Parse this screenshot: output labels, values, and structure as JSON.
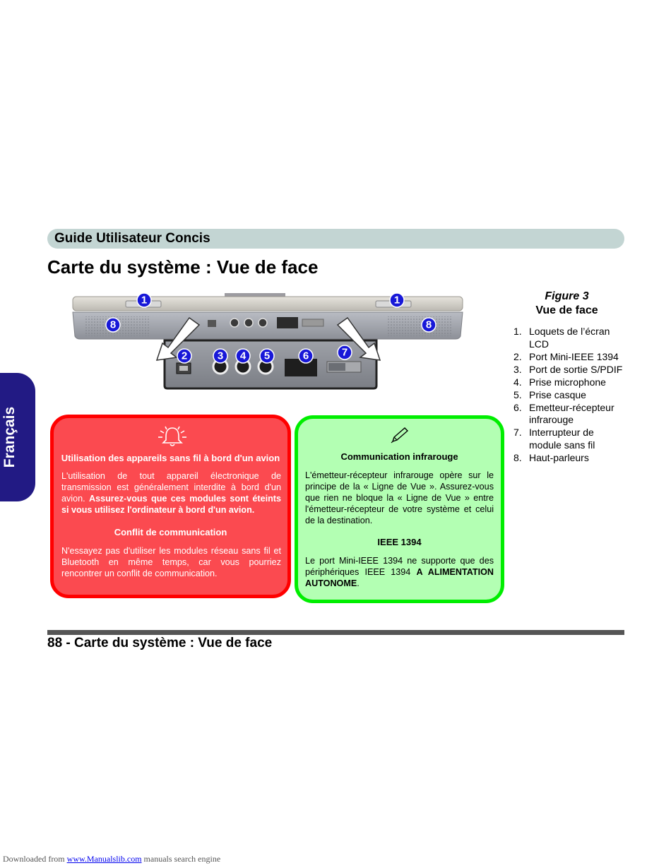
{
  "header": {
    "title": "Guide Utilisateur Concis"
  },
  "page_title": "Carte du système : Vue de face",
  "side_tab": {
    "label": "Français"
  },
  "figure": {
    "label": "Figure 3",
    "subtitle": "Vue de face",
    "callouts": [
      "1",
      "1",
      "8",
      "8",
      "2",
      "3",
      "4",
      "5",
      "6",
      "7"
    ]
  },
  "legend": [
    {
      "num": "1.",
      "text": "Loquets de l’écran LCD"
    },
    {
      "num": "2.",
      "text": "Port Mini-IEEE 1394"
    },
    {
      "num": "3.",
      "text": "Port de sortie S/PDIF"
    },
    {
      "num": "4.",
      "text": "Prise microphone"
    },
    {
      "num": "5.",
      "text": "Prise casque"
    },
    {
      "num": "6.",
      "text": "Emetteur-récepteur infrarouge"
    },
    {
      "num": "7.",
      "text": "Interrupteur de module sans fil"
    },
    {
      "num": "8.",
      "text": "Haut-parleurs"
    }
  ],
  "warning_box": {
    "icon": "bell-alert-icon",
    "heading1": "Utilisation des appareils sans fil à bord d'un avion",
    "para1_plain": "L'utilisation de tout appareil électronique de transmission est généralement interdite à bord d'un avion. ",
    "para1_bold": "Assurez-vous que ces modules sont éteints si vous utilisez l'ordinateur à bord d'un avion.",
    "heading2": "Conflit de communication",
    "para2": "N'essayez pas d'utiliser les modules réseau sans fil et Bluetooth en même temps, car vous pourriez rencontrer un conflit de communication."
  },
  "note_box": {
    "icon": "pen-icon",
    "heading1": "Communication infrarouge",
    "para1": "L'émetteur-récepteur infrarouge opère sur le principe de la « Ligne de Vue ». Assurez-vous que rien ne bloque la « Ligne de Vue » entre l'émetteur-récepteur de votre système et celui de la destination.",
    "heading2": "IEEE 1394",
    "para2_plain": "Le port Mini-IEEE 1394 ne supporte que des périphériques IEEE 1394 ",
    "para2_bold": "A ALIMENTATION AUTONOME",
    "para2_end": "."
  },
  "footer": {
    "text": "88 -  Carte du système : Vue de face"
  },
  "download": {
    "prefix": "Downloaded from ",
    "link": "www.Manualslib.com",
    "suffix": "  manuals search engine"
  },
  "colors": {
    "header_bar": "#c3d5d3",
    "side_tab": "#221a84",
    "warning_fill": "#fb4a50",
    "warning_border": "#ff0000",
    "note_fill": "#b3ffb3",
    "note_border": "#00ee00",
    "callout": "#1818d8"
  }
}
